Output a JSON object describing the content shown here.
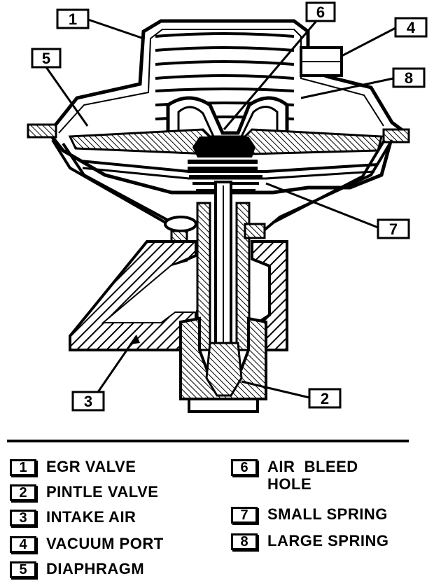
{
  "callouts": [
    {
      "num": "1"
    },
    {
      "num": "2"
    },
    {
      "num": "3"
    },
    {
      "num": "4"
    },
    {
      "num": "5"
    },
    {
      "num": "6"
    },
    {
      "num": "7"
    },
    {
      "num": "8"
    }
  ],
  "legend": [
    {
      "num": "1",
      "label": "EGR VALVE"
    },
    {
      "num": "2",
      "label": "PINTLE VALVE"
    },
    {
      "num": "3",
      "label": "INTAKE AIR"
    },
    {
      "num": "4",
      "label": "VACUUM PORT"
    },
    {
      "num": "5",
      "label": "DIAPHRAGM"
    },
    {
      "num": "6",
      "label_line1": "AIR  BLEED",
      "label_line2": "HOLE"
    },
    {
      "num": "7",
      "label": "SMALL SPRING"
    },
    {
      "num": "8",
      "label": "LARGE SPRING"
    }
  ],
  "colors": {
    "ink": "#000000",
    "paper": "#ffffff"
  }
}
